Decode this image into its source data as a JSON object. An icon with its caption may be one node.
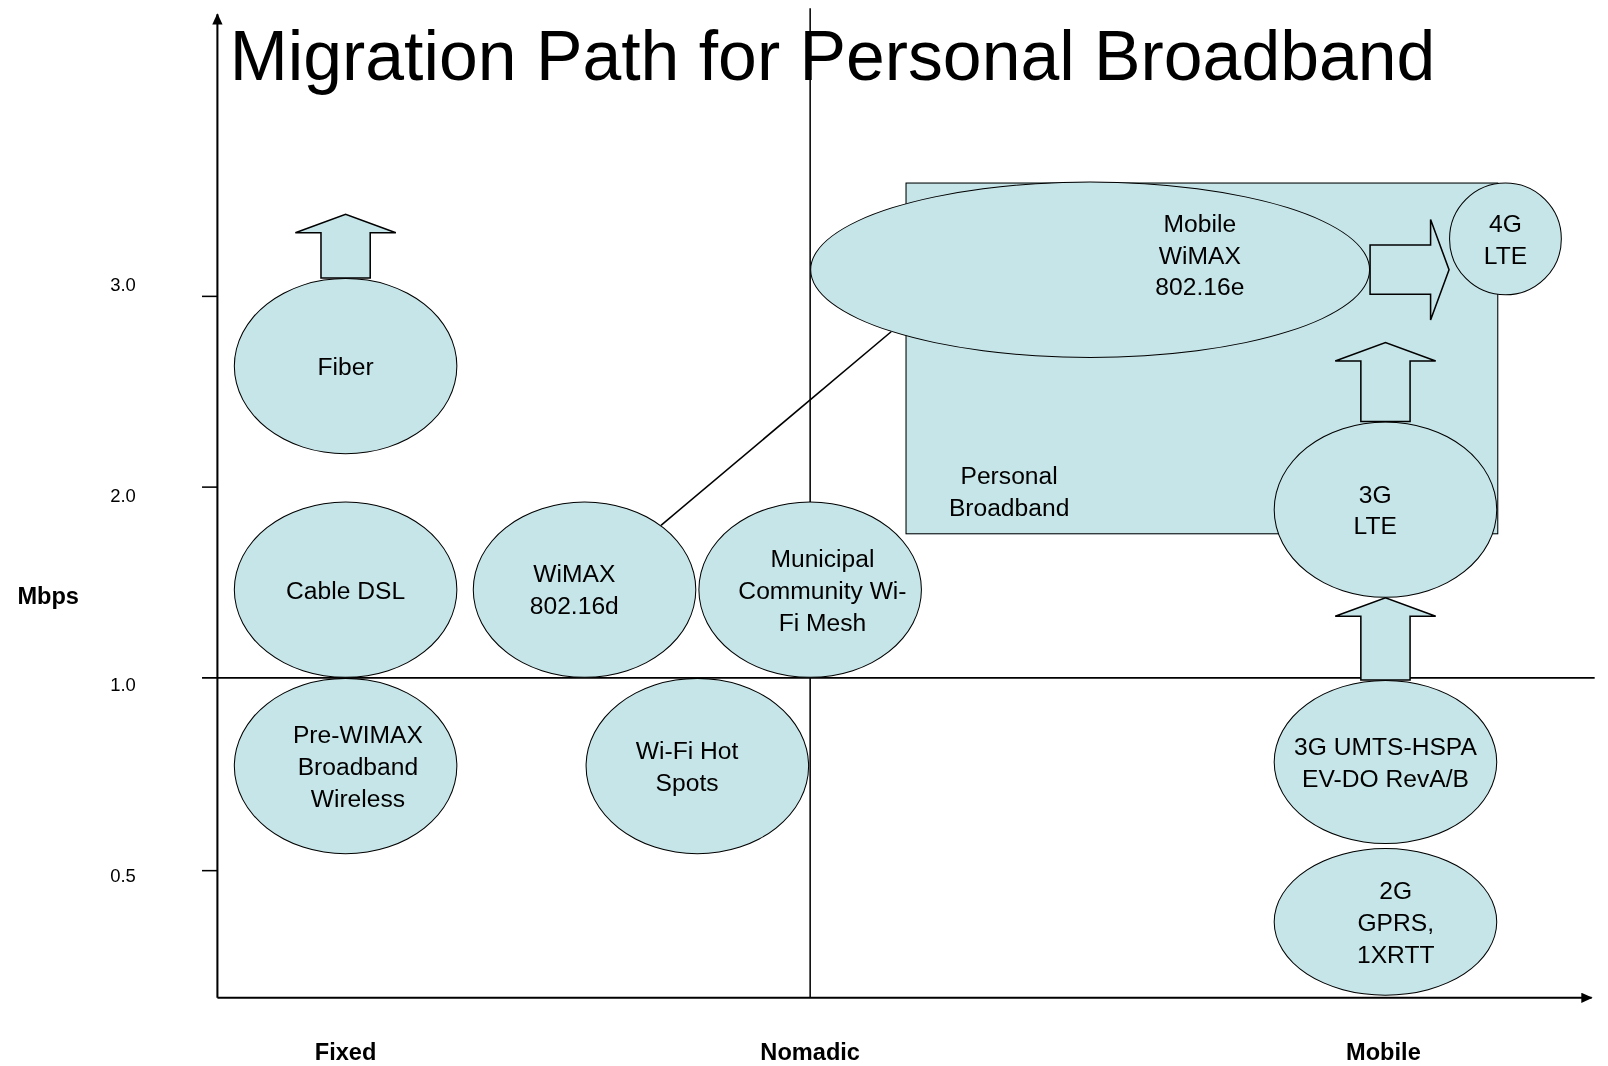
{
  "diagram": {
    "title": "Migration Path for Personal Broadband",
    "nodes": [
      {
        "text": [
          "Fiber"
        ]
      },
      {
        "text": [
          "Cable DSL"
        ]
      },
      {
        "text": [
          "Pre-WIMAX Broadband Wireless"
        ]
      },
      {
        "text": [
          "WiMAX 802.16d"
        ]
      },
      {
        "text": [
          "Municipal Community Wi-Fi Mesh"
        ]
      },
      {
        "text": [
          "Wi-Fi Hot Spots"
        ]
      },
      {
        "text": [
          "Personal Broadband"
        ]
      },
      {
        "text": [
          "Mobile WiMAX 802.16e"
        ]
      },
      {
        "text": [
          "4G LTE"
        ]
      },
      {
        "text": [
          "3G LTE"
        ]
      },
      {
        "text": [
          "3G UMTS-HSPA EV-DO RevA/B"
        ]
      },
      {
        "text": [
          "2G GPRS, 1XRTT"
        ]
      }
    ],
    "edges": [
      {
        "from": 0,
        "to": null,
        "arrow": "to",
        "style": "thick"
      },
      {
        "from": 3,
        "to": 7,
        "arrow": "none"
      },
      {
        "from": 7,
        "to": 8,
        "arrow": "to",
        "style": "thick"
      },
      {
        "from": 9,
        "to": null,
        "arrow": "to",
        "style": "thick"
      },
      {
        "from": 10,
        "to": 9,
        "arrow": "to",
        "style": "thick"
      }
    ],
    "labels": [
      "3.0",
      "2.0",
      "Mbps",
      "1.0",
      "0.5",
      "Fixed",
      "Nomadic",
      "Mobile"
    ]
  }
}
